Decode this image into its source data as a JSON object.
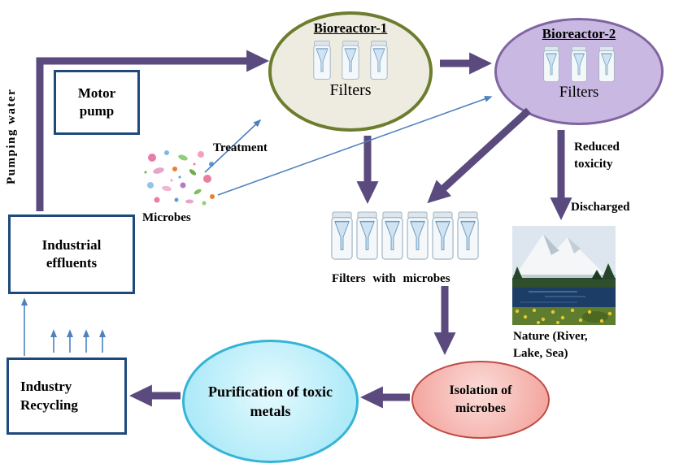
{
  "colors": {
    "arrow": "#5b4a7e",
    "thin_arrow": "#4f81bd",
    "box_border": "#1f497d",
    "bioreactor1_fill": "#eeece1",
    "bioreactor1_border": "#6c7d2e",
    "bioreactor2_fill": "#c9b9e2",
    "bioreactor2_border": "#8064a2",
    "purification_fill": "#aeeaf8",
    "purification_border": "#35b4d6",
    "isolation_fill": "#f4a8a2",
    "isolation_border": "#bf4a44"
  },
  "nodes": {
    "pumping_water": "Pumping water",
    "motor_pump": "Motor pump",
    "bioreactor1": {
      "title": "Bioreactor-1",
      "caption": "Filters"
    },
    "bioreactor2": {
      "title": "Bioreactor-2",
      "caption": "Filters"
    },
    "treatment": "Treatment",
    "microbes": "Microbes",
    "filters_with_microbes": "Filters with microbes",
    "reduced_toxicity": "Reduced toxicity",
    "discharged": "Discharged",
    "nature_caption": "Nature (River, Lake, Sea)",
    "industrial_effluents": "Industrial effluents",
    "industry_recycling": "Industry Recycling",
    "purification": "Purification of toxic metals",
    "isolation": "Isolation of microbes"
  },
  "icons": {
    "filter_bottle": "filter-bottle-icon",
    "microbes_image": "microbes-illustration",
    "nature_image": "nature-landscape-photo"
  }
}
